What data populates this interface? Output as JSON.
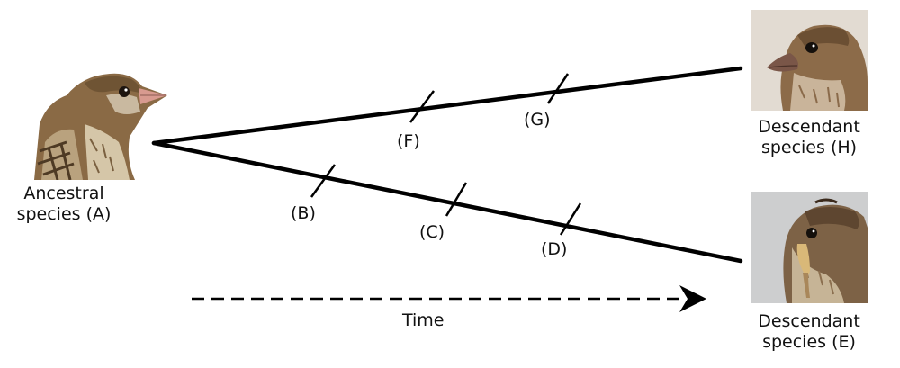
{
  "ancestor": {
    "label_line1": "Ancestral",
    "label_line2": "species (A)",
    "image": "finch-illustration"
  },
  "descendant_top": {
    "label_line1": "Descendant",
    "label_line2": "species (H)",
    "image": "finch-photo-thick-beak"
  },
  "descendant_bottom": {
    "label_line1": "Descendant",
    "label_line2": "species (E)",
    "image": "finch-photo-thin-beak"
  },
  "marks": {
    "B": "(B)",
    "C": "(C)",
    "D": "(D)",
    "F": "(F)",
    "G": "(G)"
  },
  "time_label": "Time",
  "colors": {
    "line": "#000000",
    "bird_brown": "#8a6a45",
    "photo_bg_top": "#e4ddd4",
    "photo_bg_bottom": "#cfd0d0"
  }
}
